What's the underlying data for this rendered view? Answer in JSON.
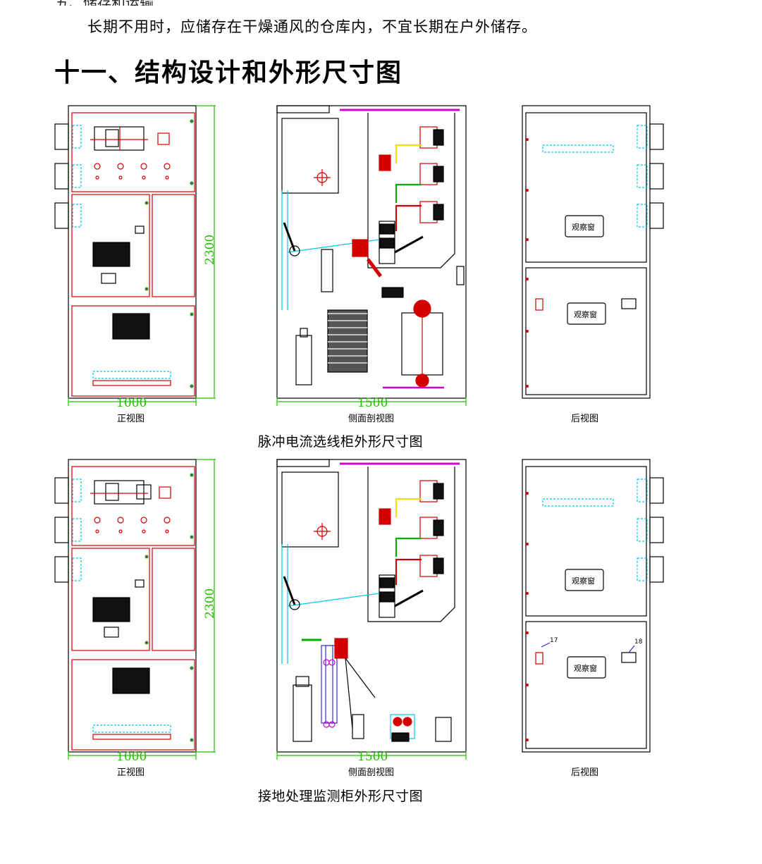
{
  "document": {
    "cut_heading": "五、储存和运输",
    "storage_paragraph": "长期不用时，应储存在干燥通风的仓库内，不宜长期在户外储存。",
    "section_title": "十一、结构设计和外形尺寸图"
  },
  "figures": [
    {
      "caption": "脉冲电流选线柜外形尺寸图",
      "views": {
        "front": {
          "label": "正视图",
          "width_dim": "1000",
          "height_dim": "2300"
        },
        "side": {
          "label": "侧面剖视图",
          "width_dim": "1500"
        },
        "rear": {
          "label": "后视图",
          "window_label": "观察窗"
        }
      }
    },
    {
      "caption": "接地处理监测柜外形尺寸图",
      "views": {
        "front": {
          "label": "正视图",
          "width_dim": "1000",
          "height_dim": "2300"
        },
        "side": {
          "label": "侧面剖视图",
          "width_dim": "1500"
        },
        "rear": {
          "label": "后视图",
          "window_label": "观察窗",
          "callout_a": "17",
          "callout_b": "18"
        }
      }
    }
  ],
  "colors": {
    "outline": "#000000",
    "panel": "#d40000",
    "dimension": "#22c000",
    "cyan": "#00c8e8",
    "yellow": "#f0e000",
    "green": "#00b000",
    "magenta": "#d000d0"
  }
}
